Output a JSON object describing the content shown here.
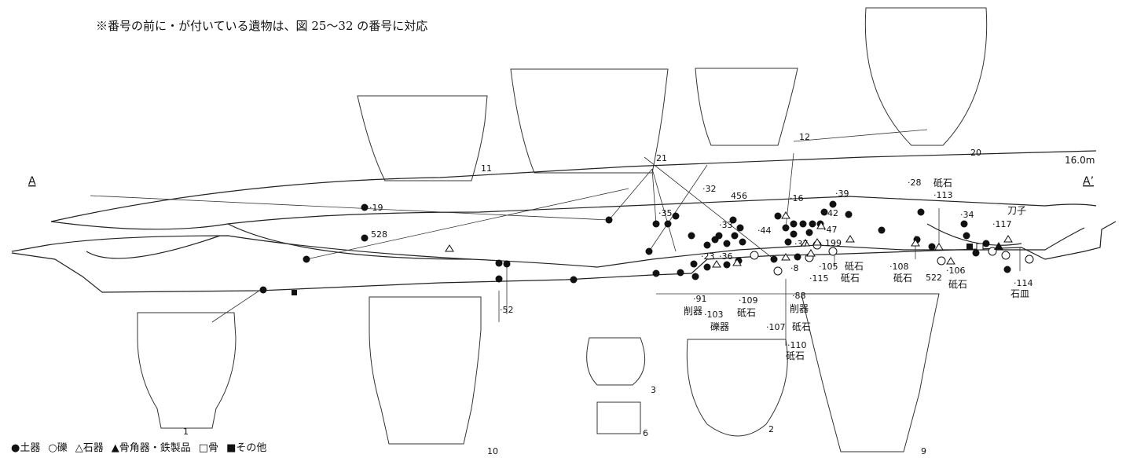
{
  "note": "※番号の前に・が付いている遺物は、図 25～32 の番号に対応",
  "elevation_label": "16.0m",
  "section_start": "A",
  "section_end": "A’",
  "legend": [
    {
      "symbol": "●",
      "label": "土器"
    },
    {
      "symbol": "○",
      "label": "礫"
    },
    {
      "symbol": "△",
      "label": "石器"
    },
    {
      "symbol": "▲",
      "label": "骨角器・鉄製品"
    },
    {
      "symbol": "□",
      "label": "骨"
    },
    {
      "symbol": "■",
      "label": "その他"
    }
  ],
  "vessel_numbers": [
    "1",
    "10",
    "3",
    "6",
    "2",
    "9",
    "11",
    "12",
    "20"
  ],
  "labels": [
    "21",
    "·32",
    "456",
    "·35",
    "·33",
    "·16",
    "·39",
    "·28",
    "砥石",
    "·113",
    "·34",
    "刀子",
    "·117",
    "·19",
    "528",
    "·44",
    "42",
    "·47",
    "199",
    "·37",
    "·23",
    "·36",
    "·8",
    "·105",
    "砥石",
    "·115",
    "砥石",
    "·108",
    "砥石",
    "522",
    "·106",
    "砥石",
    "·114",
    "石皿",
    "·52",
    "·91",
    "削器",
    "·103",
    "礫器",
    "·109",
    "砥石",
    "·88",
    "削器",
    "·107",
    "砥石",
    "·110",
    "砥石"
  ]
}
